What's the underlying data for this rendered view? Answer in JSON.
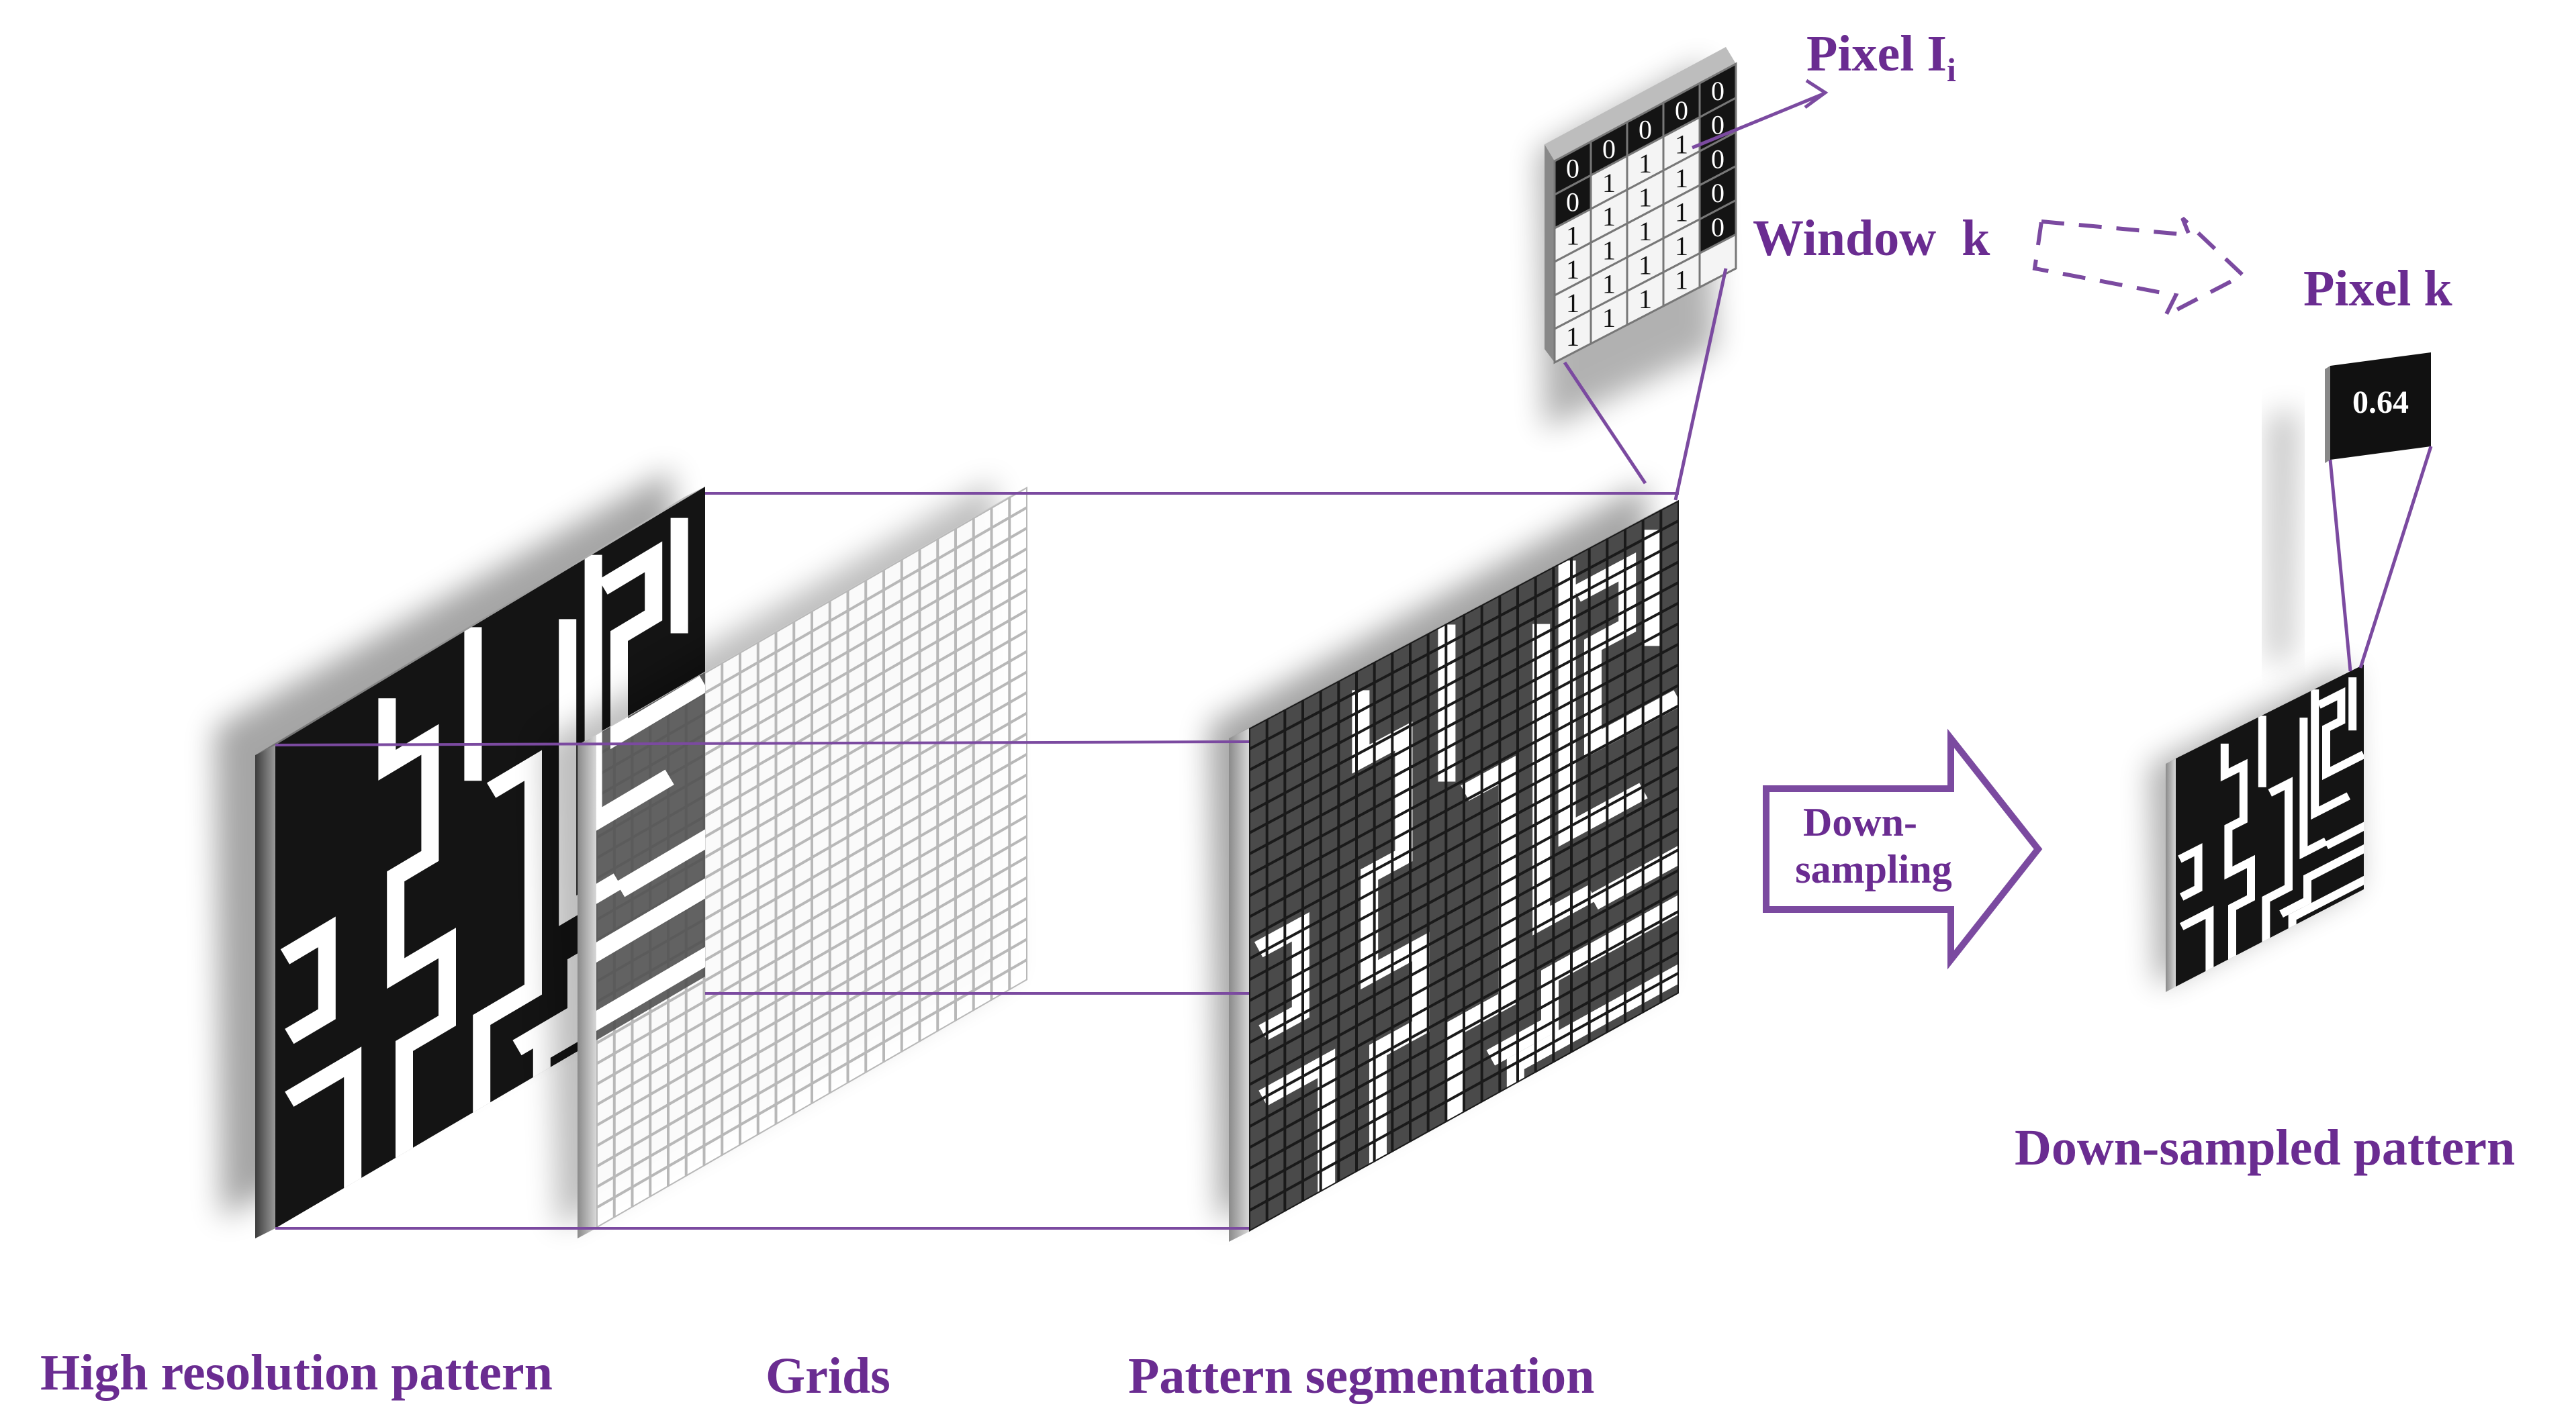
{
  "labels": {
    "high_resolution": "High resolution pattern",
    "grids": "Grids",
    "segmentation": "Pattern segmentation",
    "down_sampled": "Down-sampled pattern",
    "arrow_line1": "Down-",
    "arrow_line2": "sampling",
    "pixel_i_main": "Pixel I",
    "pixel_i_sub": "i",
    "window_k": "Window  k",
    "pixel_k": "Pixel k",
    "pixel_value": "0.64"
  },
  "window_matrix": [
    [
      0,
      0,
      0,
      0,
      0
    ],
    [
      0,
      1,
      1,
      1,
      0
    ],
    [
      1,
      1,
      1,
      1,
      0
    ],
    [
      1,
      1,
      1,
      1,
      0
    ],
    [
      1,
      1,
      1,
      1,
      0
    ],
    [
      1,
      1,
      1,
      1,
      null
    ]
  ],
  "colors": {
    "accent": "#6a2c91",
    "pattern_dark": "#141414",
    "segment_dark": "#4a4a4a",
    "grid_line": "#b8b8b8"
  }
}
